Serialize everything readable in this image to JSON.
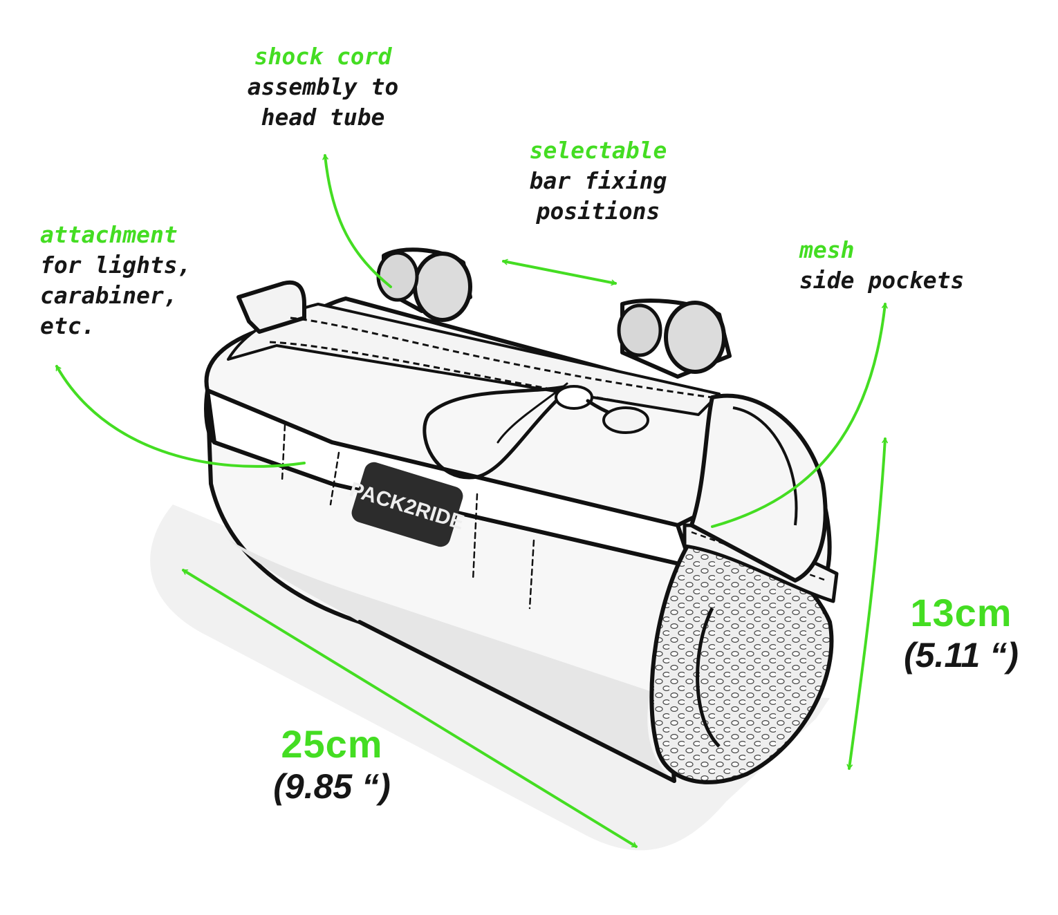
{
  "callouts": {
    "shock_cord": {
      "highlight": "shock cord",
      "lines": [
        "assembly to",
        "head tube"
      ]
    },
    "selectable": {
      "highlight": "selectable",
      "lines": [
        "bar fixing",
        "positions"
      ]
    },
    "attachment": {
      "highlight": "attachment",
      "lines": [
        "for lights,",
        "carabiner,",
        "etc."
      ]
    },
    "mesh": {
      "highlight": "mesh",
      "lines": [
        "side pockets"
      ]
    }
  },
  "dimensions": {
    "length": {
      "metric": "25cm",
      "imperial": "(9.85 “)"
    },
    "height": {
      "metric": "13cm",
      "imperial": "(5.11 “)"
    }
  },
  "brand": {
    "logo_text": "PACK2RIDE"
  },
  "colors": {
    "accent": "#44dd22",
    "ink": "#161616",
    "fill_light": "#ececec",
    "shadow": "#f0f0f0",
    "logo_bg": "#2c2c2c",
    "logo_text": "#eeeeee",
    "logo_accent": "#c8e000"
  }
}
